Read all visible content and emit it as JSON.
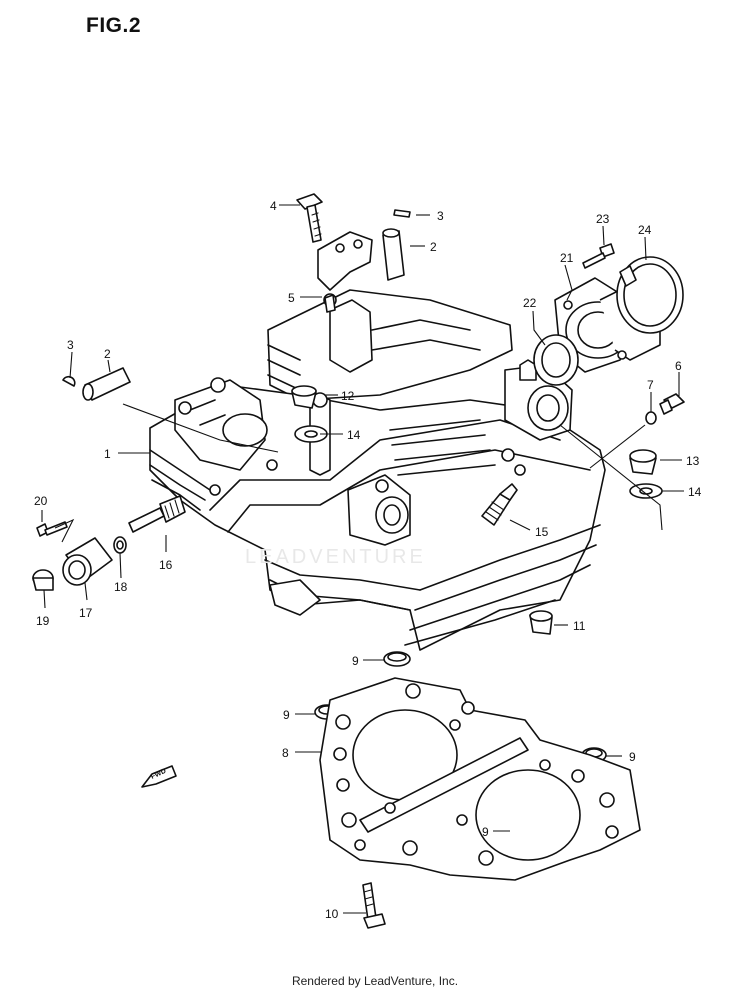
{
  "title": "FIG.2",
  "footer": "Rendered by LeadVenture, Inc.",
  "front_mark": "FWD",
  "callouts": [
    "1",
    "2",
    "2",
    "3",
    "3",
    "4",
    "5",
    "6",
    "7",
    "8",
    "9",
    "9",
    "9",
    "9",
    "10",
    "11",
    "12",
    "13",
    "14",
    "14",
    "15",
    "16",
    "17",
    "18",
    "19",
    "20",
    "21",
    "22",
    "23",
    "24"
  ],
  "colors": {
    "ink": "#111111",
    "background": "#ffffff"
  }
}
